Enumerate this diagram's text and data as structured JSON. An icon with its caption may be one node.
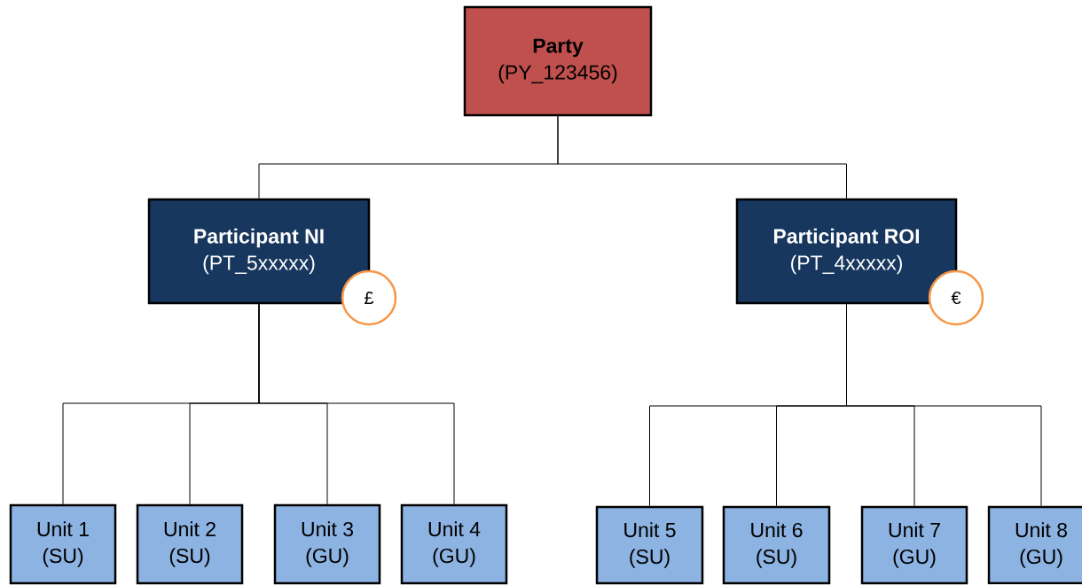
{
  "diagram": {
    "nodes": [
      {
        "text": [
          "Party",
          "(PY_123456)"
        ]
      },
      {
        "text": [
          "Participant NI",
          "(PT_5xxxxx)"
        ]
      },
      {
        "text": [
          "£"
        ]
      },
      {
        "text": [
          "Participant ROI",
          "(PT_4xxxxx)"
        ]
      },
      {
        "text": [
          "€"
        ]
      },
      {
        "text": [
          "Unit 1",
          "(SU)"
        ]
      },
      {
        "text": [
          "Unit 2",
          "(SU)"
        ]
      },
      {
        "text": [
          "Unit 3",
          "(GU)"
        ]
      },
      {
        "text": [
          "Unit 4",
          "(GU)"
        ]
      },
      {
        "text": [
          "Unit 5",
          "(SU)"
        ]
      },
      {
        "text": [
          "Unit 6",
          "(SU)"
        ]
      },
      {
        "text": [
          "Unit 7",
          "(GU)"
        ]
      },
      {
        "text": [
          "Unit 8",
          "(GU)"
        ]
      }
    ],
    "edges": [
      {
        "from": 0,
        "to": 1,
        "arrow": "none"
      },
      {
        "from": 0,
        "to": 3,
        "arrow": "none"
      },
      {
        "from": 1,
        "to": 5,
        "arrow": "none"
      },
      {
        "from": 1,
        "to": 6,
        "arrow": "none"
      },
      {
        "from": 1,
        "to": 7,
        "arrow": "none"
      },
      {
        "from": 1,
        "to": 8,
        "arrow": "none"
      },
      {
        "from": 3,
        "to": 9,
        "arrow": "none"
      },
      {
        "from": 3,
        "to": 10,
        "arrow": "none"
      },
      {
        "from": 3,
        "to": 11,
        "arrow": "none"
      },
      {
        "from": 3,
        "to": 12,
        "arrow": "none"
      }
    ]
  }
}
